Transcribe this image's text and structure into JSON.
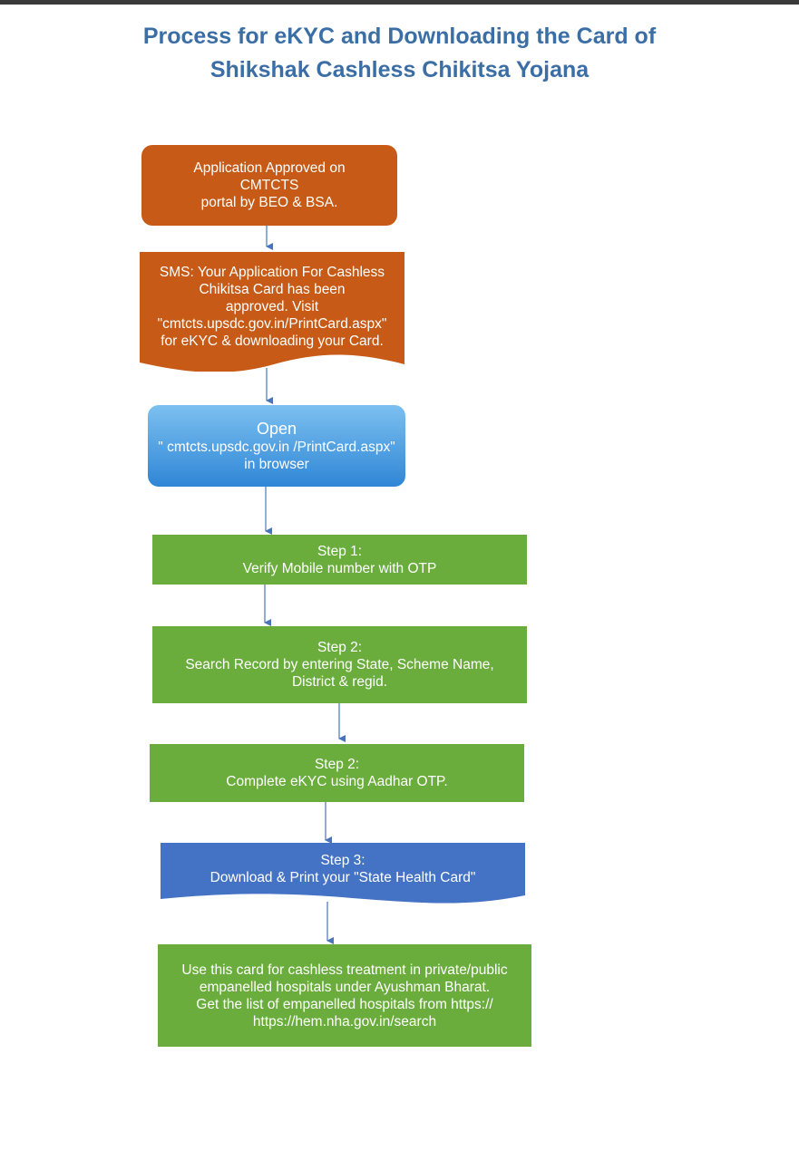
{
  "header": {
    "line1": "Process for eKYC and Downloading the Card of",
    "line2": "Shikshak Cashless Chikitsa Yojana"
  },
  "flow": {
    "approved": {
      "lines": [
        "Application Approved on",
        "CMTCTS",
        "portal by BEO & BSA."
      ]
    },
    "sms": {
      "lines": [
        "SMS: Your Application For Cashless",
        "Chikitsa Card has been",
        "approved. Visit",
        "\"cmtcts.upsdc.gov.in/PrintCard.aspx\"",
        "for eKYC & downloading your Card."
      ]
    },
    "open": {
      "lines": [
        "Open",
        "\" cmtcts.upsdc.gov.in /PrintCard.aspx\"",
        "in browser"
      ]
    },
    "step1": {
      "lines": [
        "Step 1:",
        "Verify Mobile number with OTP"
      ]
    },
    "step2a": {
      "lines": [
        "Step 2:",
        "Search Record by entering State, Scheme Name,",
        "District & regid."
      ]
    },
    "step2b": {
      "lines": [
        "Step 2:",
        "Complete eKYC using Aadhar OTP."
      ]
    },
    "step3": {
      "lines": [
        "Step 3:",
        "Download & Print your \"State Health Card\""
      ]
    },
    "use": {
      "lines": [
        "Use this card for cashless treatment in private/public",
        "empanelled hospitals under Ayushman Bharat.",
        "Get the list of empanelled hospitals from https://",
        "https://hem.nha.gov.in/search"
      ]
    }
  },
  "colors": {
    "title": "#3b6ea5",
    "orange": "#c65a16",
    "green": "#6aad3d",
    "blue": "#4472c4",
    "open_gradient_top": "#7cc0f0",
    "open_gradient_bottom": "#2f86d6",
    "arrow": "#4a74b8"
  }
}
